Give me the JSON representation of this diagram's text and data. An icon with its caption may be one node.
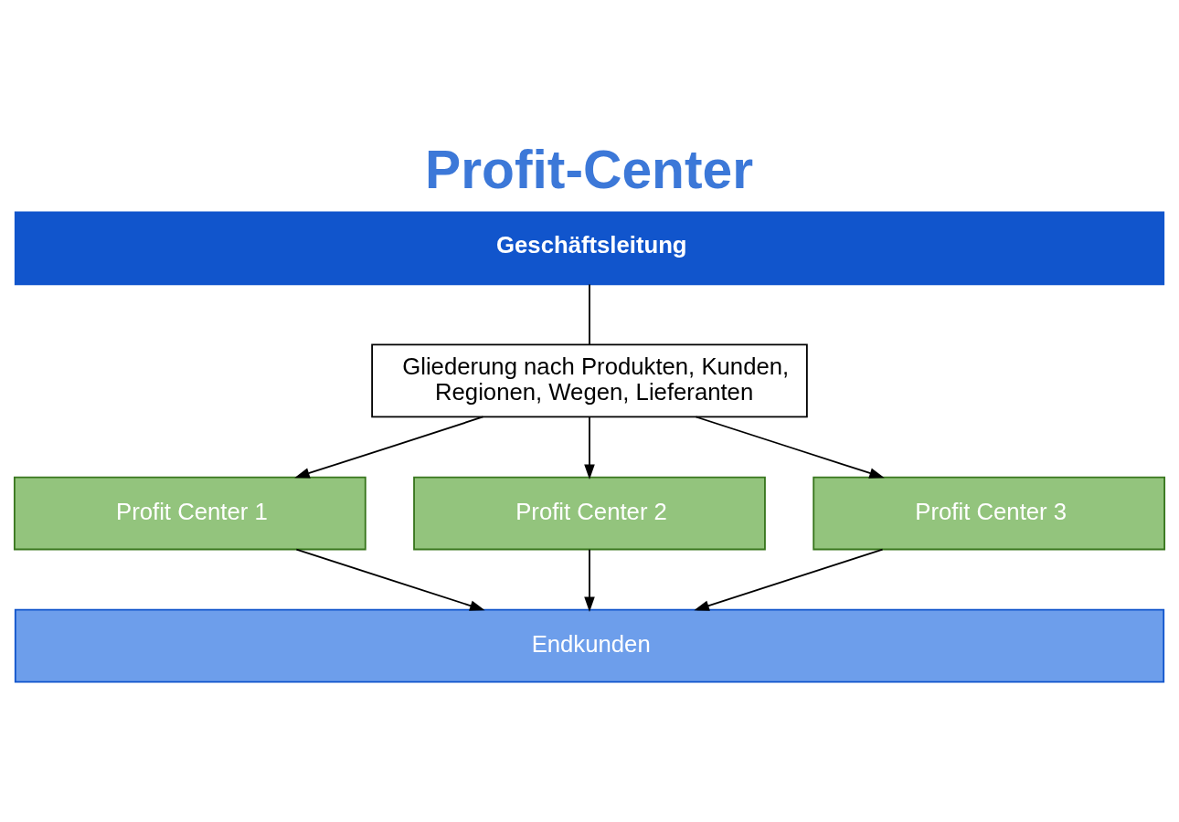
{
  "diagram": {
    "title": "Profit-Center",
    "nodes": [
      {
        "text": [
          "Geschäftsleitung"
        ]
      },
      {
        "text": [
          "Gliederung nach Produkten, Kunden, Regionen, Wegen, Lieferanten"
        ]
      },
      {
        "text": [
          "Profit Center 1"
        ]
      },
      {
        "text": [
          "Profit Center 2"
        ]
      },
      {
        "text": [
          "Profit Center 3"
        ]
      },
      {
        "text": [
          "Endkunden"
        ]
      }
    ],
    "edges": [
      {
        "from": 0,
        "to": 1,
        "arrow": "none"
      },
      {
        "from": 1,
        "to": 2,
        "arrow": "to"
      },
      {
        "from": 1,
        "to": 3,
        "arrow": "to"
      },
      {
        "from": 1,
        "to": 4,
        "arrow": "to"
      },
      {
        "from": 2,
        "to": 5,
        "arrow": "to"
      },
      {
        "from": 3,
        "to": 5,
        "arrow": "to"
      },
      {
        "from": 4,
        "to": 5,
        "arrow": "to"
      }
    ]
  }
}
